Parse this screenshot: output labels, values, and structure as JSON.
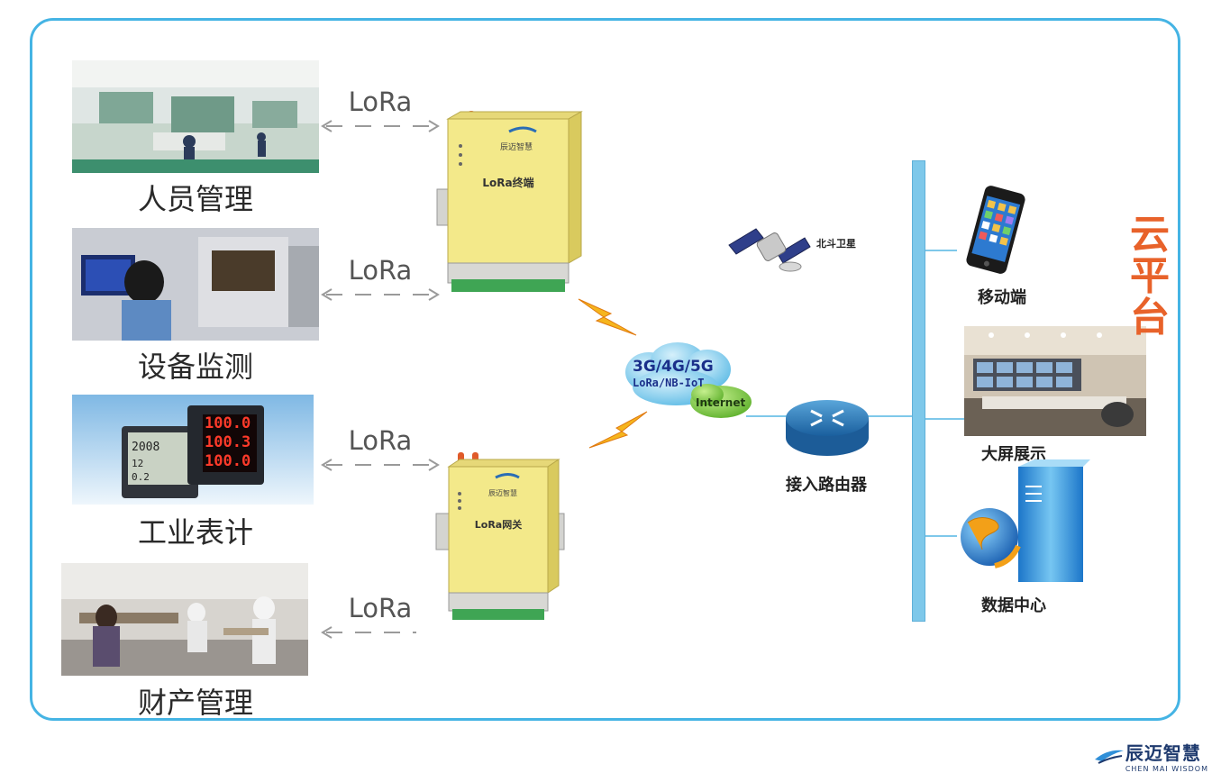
{
  "left_items": [
    {
      "caption": "人员管理",
      "link_label": "LoRa"
    },
    {
      "caption": "设备监测",
      "link_label": "LoRa"
    },
    {
      "caption": "工业表计",
      "link_label": "LoRa"
    },
    {
      "caption": "财产管理",
      "link_label": "LoRa"
    }
  ],
  "devices": {
    "terminal": {
      "title": "LoRa终端",
      "brand": "辰迈智慧"
    },
    "gateway": {
      "title": "LoRa网关",
      "brand": "辰迈智慧"
    }
  },
  "meter_readings": [
    "100.0",
    "100.3",
    "100.0"
  ],
  "network": {
    "cloud_line1": "3G/4G/5G",
    "cloud_line2": "LoRa/NB-IoT",
    "cloud_line3": "Internet",
    "satellite_label": "北斗卫星",
    "router_label": "接入路由器"
  },
  "platform": {
    "title": "云平台",
    "items": [
      {
        "label": "移动端"
      },
      {
        "label": "大屏展示"
      },
      {
        "label": "数据中心"
      }
    ]
  },
  "brand": {
    "name": "辰迈智慧",
    "sub": "CHEN MAI WISDOM"
  },
  "colors": {
    "frame": "#45b4e4",
    "accent": "#e8622a",
    "device_body": "#f3e98a",
    "bus": "#7ec8ea"
  }
}
